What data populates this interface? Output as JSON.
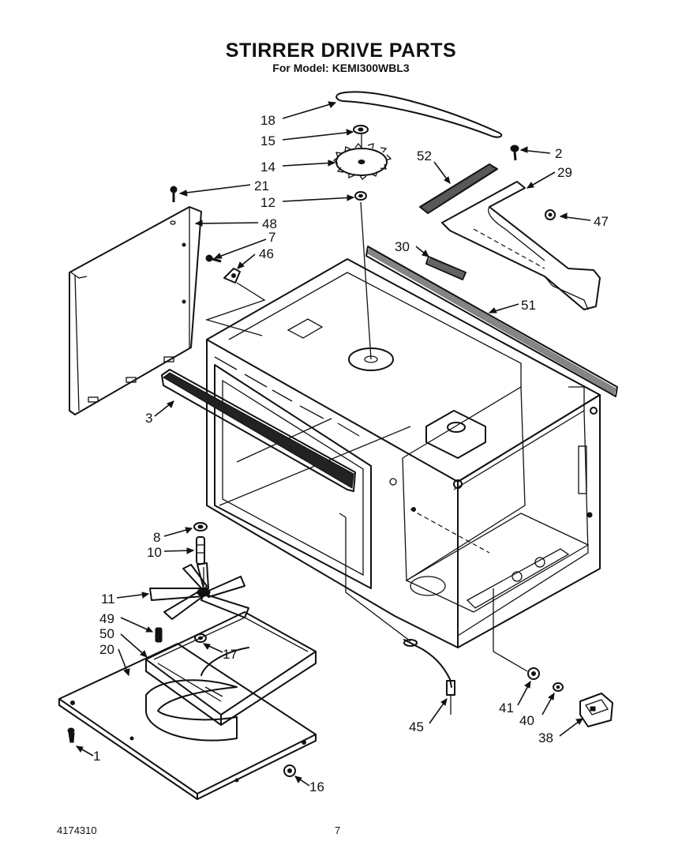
{
  "title": "STIRRER DRIVE PARTS",
  "subtitle": "For Model: KEMI300WBL3",
  "footer": {
    "document_number": "4174310",
    "page_number": "7"
  },
  "callouts": [
    {
      "id": "18",
      "label": "18"
    },
    {
      "id": "15",
      "label": "15"
    },
    {
      "id": "14",
      "label": "14"
    },
    {
      "id": "21",
      "label": "21"
    },
    {
      "id": "12",
      "label": "12"
    },
    {
      "id": "48",
      "label": "48"
    },
    {
      "id": "7",
      "label": "7"
    },
    {
      "id": "46",
      "label": "46"
    },
    {
      "id": "2",
      "label": "2"
    },
    {
      "id": "52",
      "label": "52"
    },
    {
      "id": "29",
      "label": "29"
    },
    {
      "id": "47",
      "label": "47"
    },
    {
      "id": "30",
      "label": "30"
    },
    {
      "id": "51",
      "label": "51"
    },
    {
      "id": "3",
      "label": "3"
    },
    {
      "id": "8",
      "label": "8"
    },
    {
      "id": "10",
      "label": "10"
    },
    {
      "id": "11",
      "label": "11"
    },
    {
      "id": "49",
      "label": "49"
    },
    {
      "id": "50",
      "label": "50"
    },
    {
      "id": "20",
      "label": "20"
    },
    {
      "id": "17",
      "label": "17"
    },
    {
      "id": "1",
      "label": "1"
    },
    {
      "id": "16",
      "label": "16"
    },
    {
      "id": "45",
      "label": "45"
    },
    {
      "id": "41",
      "label": "41"
    },
    {
      "id": "40",
      "label": "40"
    },
    {
      "id": "38",
      "label": "38"
    }
  ]
}
